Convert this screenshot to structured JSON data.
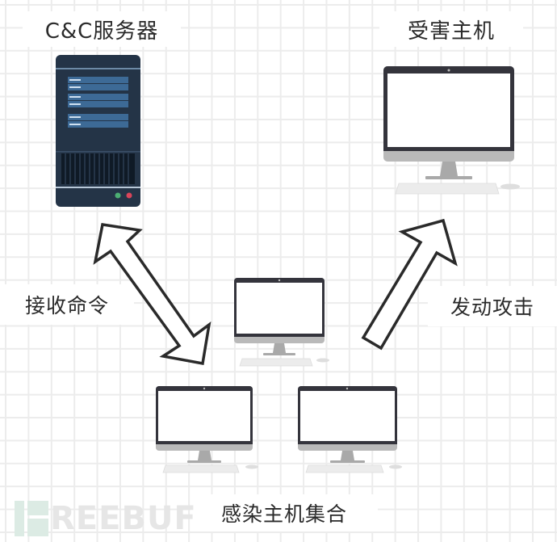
{
  "labels": {
    "cnc_server": "C&C服务器",
    "victim_host": "受害主机",
    "receive_command": "接收命令",
    "launch_attack": "发动攻击",
    "infected_hosts": "感染主机集合"
  },
  "watermark": {
    "first_letter": "F",
    "rest": "REEBUF"
  },
  "nodes": [
    {
      "id": "cnc-server",
      "type": "server",
      "label_ref": "labels.cnc_server"
    },
    {
      "id": "victim-host",
      "type": "desktop",
      "label_ref": "labels.victim_host"
    },
    {
      "id": "infected-host-1",
      "type": "desktop"
    },
    {
      "id": "infected-host-2",
      "type": "desktop"
    },
    {
      "id": "infected-host-3",
      "type": "desktop"
    }
  ],
  "edges": [
    {
      "from": "cnc-server",
      "to": "infected-hosts",
      "direction": "bidirectional",
      "label_ref": "labels.receive_command"
    },
    {
      "from": "infected-hosts",
      "to": "victim-host",
      "direction": "forward",
      "label_ref": "labels.launch_attack"
    }
  ],
  "colors": {
    "server_body": "#243447",
    "server_bar": "#3d6a96",
    "server_bar_line": "#cfe0f0",
    "led_green": "#4caf73",
    "led_red": "#d9455a",
    "monitor_bezel": "#34343c",
    "monitor_chin": "#b9b9b9",
    "stand": "#a9a9a9",
    "keyboard": "#ececec",
    "text": "#2a2a2a",
    "grid": "#ececec"
  }
}
